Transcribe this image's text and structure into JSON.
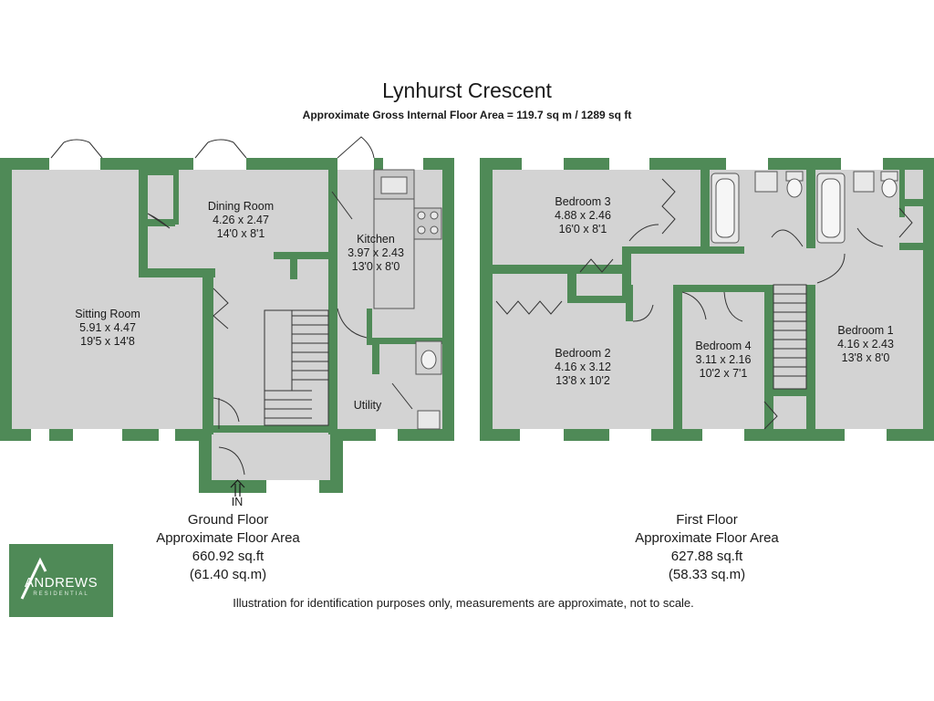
{
  "title": "Lynhurst Crescent",
  "subtitle": "Approximate Gross Internal Floor Area = 119.7 sq m / 1289 sq ft",
  "entrance_label": "IN",
  "ground_floor": {
    "rooms": [
      {
        "name": "Sitting Room",
        "metric": "5.91 x 4.47",
        "imperial": "19'5 x 14'8"
      },
      {
        "name": "Dining Room",
        "metric": "4.26 x 2.47",
        "imperial": "14'0 x 8'1"
      },
      {
        "name": "Kitchen",
        "metric": "3.97 x 2.43",
        "imperial": "13'0 x 8'0"
      },
      {
        "name": "Utility"
      }
    ],
    "caption": {
      "line1": "Ground Floor",
      "line2": "Approximate Floor Area",
      "line3": "660.92 sq.ft",
      "line4": "(61.40 sq.m)"
    }
  },
  "first_floor": {
    "rooms": [
      {
        "name": "Bedroom 3",
        "metric": "4.88 x 2.46",
        "imperial": "16'0 x 8'1"
      },
      {
        "name": "Bedroom 2",
        "metric": "4.16 x 3.12",
        "imperial": "13'8 x 10'2"
      },
      {
        "name": "Bedroom 4",
        "metric": "3.11 x 2.16",
        "imperial": "10'2 x 7'1"
      },
      {
        "name": "Bedroom 1",
        "metric": "4.16 x 2.43",
        "imperial": "13'8 x 8'0"
      }
    ],
    "caption": {
      "line1": "First Floor",
      "line2": "Approximate Floor Area",
      "line3": "627.88 sq.ft",
      "line4": "(58.33 sq.m)"
    }
  },
  "logo": {
    "word": "ANDREWS",
    "sub": "RESIDENTIAL",
    "brand_color": "#4f8a57"
  },
  "disclaimer": "Illustration for identification purposes only, measurements are approximate, not to scale.",
  "colors": {
    "wall": "#4f8a57",
    "floor": "#d3d3d3",
    "window": "#ffffff",
    "text": "#1a1a1a"
  }
}
